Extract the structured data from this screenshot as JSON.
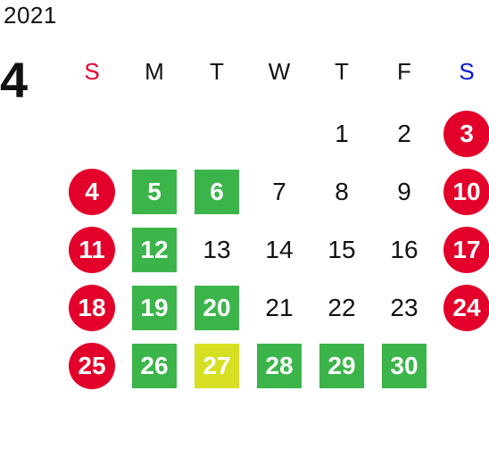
{
  "calendar": {
    "year": "2021",
    "month": "4",
    "colors": {
      "holiday": "#e3002a",
      "green": "#3bb54a",
      "yellow": "#d7df23",
      "sunday_label": "#e3002a",
      "saturday_label": "#0018d6",
      "text": "#111111"
    },
    "weekdays": [
      {
        "label": "S",
        "color": "#e3002a"
      },
      {
        "label": "M",
        "color": "#111111"
      },
      {
        "label": "T",
        "color": "#111111"
      },
      {
        "label": "W",
        "color": "#111111"
      },
      {
        "label": "T",
        "color": "#111111"
      },
      {
        "label": "F",
        "color": "#111111"
      },
      {
        "label": "S",
        "color": "#0018d6"
      }
    ],
    "weeks": [
      [
        null,
        null,
        null,
        null,
        {
          "day": "1",
          "style": "plain"
        },
        {
          "day": "2",
          "style": "plain"
        },
        {
          "day": "3",
          "style": "red-circle"
        }
      ],
      [
        {
          "day": "4",
          "style": "red-circle"
        },
        {
          "day": "5",
          "style": "green-square"
        },
        {
          "day": "6",
          "style": "green-square"
        },
        {
          "day": "7",
          "style": "plain"
        },
        {
          "day": "8",
          "style": "plain"
        },
        {
          "day": "9",
          "style": "plain"
        },
        {
          "day": "10",
          "style": "red-circle"
        }
      ],
      [
        {
          "day": "11",
          "style": "red-circle"
        },
        {
          "day": "12",
          "style": "green-square"
        },
        {
          "day": "13",
          "style": "plain"
        },
        {
          "day": "14",
          "style": "plain"
        },
        {
          "day": "15",
          "style": "plain"
        },
        {
          "day": "16",
          "style": "plain"
        },
        {
          "day": "17",
          "style": "red-circle"
        }
      ],
      [
        {
          "day": "18",
          "style": "red-circle"
        },
        {
          "day": "19",
          "style": "green-square"
        },
        {
          "day": "20",
          "style": "green-square"
        },
        {
          "day": "21",
          "style": "plain"
        },
        {
          "day": "22",
          "style": "plain"
        },
        {
          "day": "23",
          "style": "plain"
        },
        {
          "day": "24",
          "style": "red-circle"
        }
      ],
      [
        {
          "day": "25",
          "style": "red-circle"
        },
        {
          "day": "26",
          "style": "green-square"
        },
        {
          "day": "27",
          "style": "yellow-square"
        },
        {
          "day": "28",
          "style": "green-square"
        },
        {
          "day": "29",
          "style": "green-square"
        },
        {
          "day": "30",
          "style": "green-square"
        },
        null
      ]
    ]
  }
}
